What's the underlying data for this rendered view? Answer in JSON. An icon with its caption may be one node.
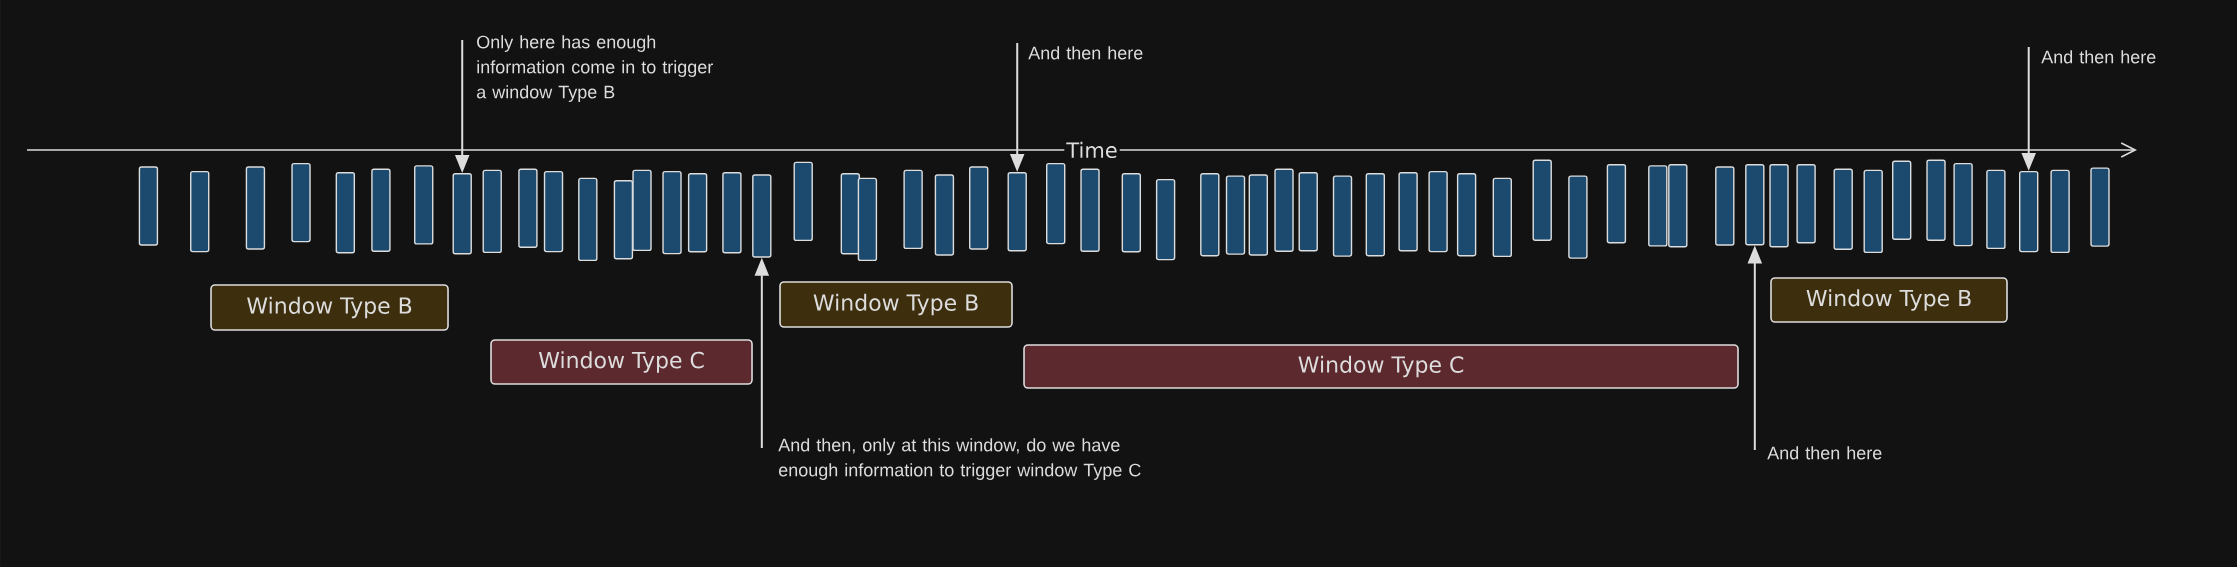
{
  "diagram": {
    "nodes": [
      {
        "text": [
          "Only here has enough information come in to trigger a window Type B"
        ]
      },
      {
        "text": [
          "And then here"
        ]
      },
      {
        "text": [
          "And then here"
        ]
      },
      {
        "text": [],
        "shape": "bar"
      },
      {
        "text": [],
        "shape": "bar"
      },
      {
        "text": [],
        "shape": "bar"
      },
      {
        "text": [],
        "shape": "bar"
      },
      {
        "text": [],
        "shape": "bar"
      },
      {
        "text": [],
        "shape": "bar"
      },
      {
        "text": [],
        "shape": "bar"
      },
      {
        "text": [],
        "shape": "bar"
      },
      {
        "text": [],
        "shape": "bar"
      },
      {
        "text": [],
        "shape": "bar"
      },
      {
        "text": [],
        "shape": "bar"
      },
      {
        "text": [],
        "shape": "bar"
      },
      {
        "text": [],
        "shape": "bar"
      },
      {
        "text": [],
        "shape": "bar"
      },
      {
        "text": [],
        "shape": "bar"
      },
      {
        "text": [],
        "shape": "bar"
      },
      {
        "text": [],
        "shape": "bar"
      },
      {
        "text": [],
        "shape": "bar"
      },
      {
        "text": [],
        "shape": "bar"
      },
      {
        "text": [],
        "shape": "bar"
      },
      {
        "text": [],
        "shape": "bar"
      },
      {
        "text": [],
        "shape": "bar"
      },
      {
        "text": [],
        "shape": "bar"
      },
      {
        "text": [],
        "shape": "bar"
      },
      {
        "text": [],
        "shape": "bar"
      },
      {
        "text": [],
        "shape": "bar"
      },
      {
        "text": [],
        "shape": "bar"
      },
      {
        "text": [],
        "shape": "bar"
      },
      {
        "text": [],
        "shape": "bar"
      },
      {
        "text": [],
        "shape": "bar"
      },
      {
        "text": [],
        "shape": "bar"
      },
      {
        "text": [],
        "shape": "bar"
      },
      {
        "text": [],
        "shape": "bar"
      },
      {
        "text": [],
        "shape": "bar"
      },
      {
        "text": [],
        "shape": "bar"
      },
      {
        "text": [],
        "shape": "bar"
      },
      {
        "text": [],
        "shape": "bar"
      },
      {
        "text": [],
        "shape": "bar"
      },
      {
        "text": [],
        "shape": "bar"
      },
      {
        "text": [],
        "shape": "bar"
      },
      {
        "text": [],
        "shape": "bar"
      },
      {
        "text": [],
        "shape": "bar"
      },
      {
        "text": [],
        "shape": "bar"
      },
      {
        "text": [],
        "shape": "bar"
      },
      {
        "text": [],
        "shape": "bar"
      },
      {
        "text": [],
        "shape": "bar"
      },
      {
        "text": [],
        "shape": "bar"
      },
      {
        "text": [],
        "shape": "bar"
      },
      {
        "text": [],
        "shape": "bar"
      },
      {
        "text": [],
        "shape": "bar"
      },
      {
        "text": [],
        "shape": "bar"
      },
      {
        "text": [],
        "shape": "bar"
      },
      {
        "text": [],
        "shape": "bar"
      },
      {
        "text": [],
        "shape": "bar"
      },
      {
        "text": [],
        "shape": "bar"
      },
      {
        "text": [],
        "shape": "bar"
      },
      {
        "text": [],
        "shape": "bar"
      },
      {
        "text": [],
        "shape": "bar"
      },
      {
        "text": [
          "Window Type B"
        ]
      },
      {
        "text": [
          "Window Type B"
        ]
      },
      {
        "text": [
          "Window Type B"
        ]
      },
      {
        "text": [
          "Window Type C"
        ]
      },
      {
        "text": [
          "Window Type C"
        ]
      },
      {
        "text": [
          "And then, only at this window, do we have enough information to trigger window Type C"
        ]
      },
      {
        "text": [
          "And then here"
        ]
      }
    ],
    "edges": [
      {
        "from": 0,
        "to": 10,
        "arrow": "to"
      },
      {
        "from": 1,
        "to": 27,
        "arrow": "to"
      },
      {
        "from": 2,
        "to": 58,
        "arrow": "to"
      },
      {
        "from": 66,
        "to": 20,
        "arrow": "to"
      },
      {
        "from": 67,
        "to": 49,
        "arrow": "to"
      }
    ],
    "labels": [
      "Time"
    ]
  }
}
